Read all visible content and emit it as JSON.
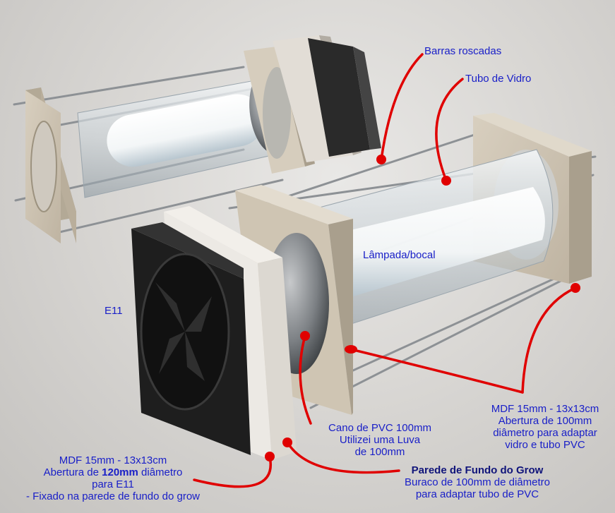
{
  "colors": {
    "label": "#1a20c8",
    "callout": "#e00000",
    "mdf": "#c9bfae",
    "rod": "#8d9195",
    "fan": "#2a2a2a"
  },
  "labels": {
    "barras": "Barras roscadas",
    "tubo": "Tubo de Vidro",
    "lampada": "Lâmpada/bocal",
    "e11": "E11",
    "mdf_right": [
      "MDF 15mm - 13x13cm",
      "Abertura de 100mm",
      "diâmetro para adaptar",
      "vidro e tubo PVC"
    ],
    "cano": [
      "Cano de PVC 100mm",
      "Utilizei uma Luva",
      "de 100mm"
    ],
    "parede": {
      "title": "Parede de Fundo do Grow",
      "line2": "Buraco de 100mm de diâmetro",
      "line3": "para adaptar tubo de PVC"
    },
    "mdf_left": {
      "line1": "MDF 15mm - 13x13cm",
      "line2_pre": "Abertura de ",
      "line2_bold": "120mm",
      "line2_post": " diâmetro",
      "line3": "para E11",
      "line4": "- Fixado na parede de fundo do grow"
    }
  }
}
